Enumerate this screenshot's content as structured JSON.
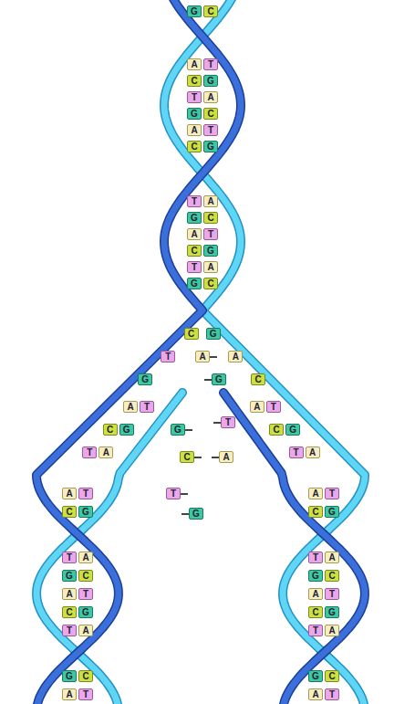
{
  "diagram": {
    "nodes": [
      {
        "text": [
          "G"
        ]
      },
      {
        "text": [
          "C"
        ]
      },
      {
        "text": [
          "A"
        ]
      },
      {
        "text": [
          "T"
        ]
      },
      {
        "text": [
          "C"
        ]
      },
      {
        "text": [
          "G"
        ]
      },
      {
        "text": [
          "T"
        ]
      },
      {
        "text": [
          "A"
        ]
      },
      {
        "text": [
          "G"
        ]
      },
      {
        "text": [
          "C"
        ]
      },
      {
        "text": [
          "A"
        ]
      },
      {
        "text": [
          "T"
        ]
      },
      {
        "text": [
          "C"
        ]
      },
      {
        "text": [
          "G"
        ]
      },
      {
        "text": [
          "T"
        ]
      },
      {
        "text": [
          "A"
        ]
      },
      {
        "text": [
          "G"
        ]
      },
      {
        "text": [
          "C"
        ]
      },
      {
        "text": [
          "A"
        ]
      },
      {
        "text": [
          "T"
        ]
      },
      {
        "text": [
          "C"
        ]
      },
      {
        "text": [
          "G"
        ]
      },
      {
        "text": [
          "T"
        ]
      },
      {
        "text": [
          "A"
        ]
      },
      {
        "text": [
          "G"
        ]
      },
      {
        "text": [
          "C"
        ]
      },
      {
        "text": [
          "C"
        ]
      },
      {
        "text": [
          "G"
        ]
      },
      {
        "text": [
          "T"
        ]
      },
      {
        "text": [
          "A"
        ]
      },
      {
        "text": [
          "A"
        ]
      },
      {
        "text": [
          "G"
        ]
      },
      {
        "text": [
          "G"
        ]
      },
      {
        "text": [
          "C"
        ]
      },
      {
        "text": [
          "A"
        ]
      },
      {
        "text": [
          "T"
        ]
      },
      {
        "text": [
          "A"
        ]
      },
      {
        "text": [
          "T"
        ]
      },
      {
        "text": [
          "T"
        ]
      },
      {
        "text": [
          "C"
        ]
      },
      {
        "text": [
          "G"
        ]
      },
      {
        "text": [
          "G"
        ]
      },
      {
        "text": [
          "C"
        ]
      },
      {
        "text": [
          "G"
        ]
      },
      {
        "text": [
          "T"
        ]
      },
      {
        "text": [
          "A"
        ]
      },
      {
        "text": [
          "C"
        ]
      },
      {
        "text": [
          "A"
        ]
      },
      {
        "text": [
          "T"
        ]
      },
      {
        "text": [
          "A"
        ]
      },
      {
        "text": [
          "A"
        ]
      },
      {
        "text": [
          "T"
        ]
      },
      {
        "text": [
          "T"
        ]
      },
      {
        "text": [
          "A"
        ]
      },
      {
        "text": [
          "T"
        ]
      },
      {
        "text": [
          "C"
        ]
      },
      {
        "text": [
          "G"
        ]
      },
      {
        "text": [
          "G"
        ]
      },
      {
        "text": [
          "C"
        ]
      },
      {
        "text": [
          "G"
        ]
      },
      {
        "text": [
          "T"
        ]
      },
      {
        "text": [
          "A"
        ]
      },
      {
        "text": [
          "T"
        ]
      },
      {
        "text": [
          "A"
        ]
      },
      {
        "text": [
          "G"
        ]
      },
      {
        "text": [
          "C"
        ]
      },
      {
        "text": [
          "G"
        ]
      },
      {
        "text": [
          "C"
        ]
      },
      {
        "text": [
          "A"
        ]
      },
      {
        "text": [
          "T"
        ]
      },
      {
        "text": [
          "A"
        ]
      },
      {
        "text": [
          "T"
        ]
      },
      {
        "text": [
          "C"
        ]
      },
      {
        "text": [
          "G"
        ]
      },
      {
        "text": [
          "C"
        ]
      },
      {
        "text": [
          "G"
        ]
      },
      {
        "text": [
          "T"
        ]
      },
      {
        "text": [
          "A"
        ]
      },
      {
        "text": [
          "T"
        ]
      },
      {
        "text": [
          "A"
        ]
      },
      {
        "text": [
          "G"
        ]
      },
      {
        "text": [
          "C"
        ]
      },
      {
        "text": [
          "G"
        ]
      },
      {
        "text": [
          "C"
        ]
      },
      {
        "text": [
          "A"
        ]
      },
      {
        "text": [
          "T"
        ]
      },
      {
        "text": [
          "A"
        ]
      },
      {
        "text": [
          "T"
        ]
      }
    ]
  }
}
